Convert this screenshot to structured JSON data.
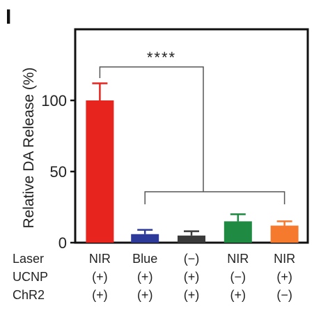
{
  "panel_label": "I",
  "chart_data": {
    "type": "bar",
    "ylabel": "Relative DA Release (%)",
    "ylim": [
      0,
      150
    ],
    "yticks": [
      0,
      50,
      100
    ],
    "bars": [
      {
        "laser": "NIR",
        "ucnp": "(+)",
        "chr2": "(+)",
        "value": 100,
        "error": 12,
        "color": "#e8241e"
      },
      {
        "laser": "Blue",
        "ucnp": "(+)",
        "chr2": "(+)",
        "value": 6,
        "error": 3,
        "color": "#2e3a9a"
      },
      {
        "laser": "(−)",
        "ucnp": "(+)",
        "chr2": "(+)",
        "value": 5,
        "error": 3,
        "color": "#3a3a3a"
      },
      {
        "laser": "NIR",
        "ucnp": "(−)",
        "chr2": "(+)",
        "value": 15,
        "error": 5,
        "color": "#1e8a42"
      },
      {
        "laser": "NIR",
        "ucnp": "(+)",
        "chr2": "(−)",
        "value": 12,
        "error": 3,
        "color": "#f57a2e"
      }
    ],
    "row_labels": [
      "Laser",
      "UCNP",
      "ChR2"
    ],
    "significance": "****",
    "colors": {
      "axis": "#111111",
      "bracket": "#555555"
    }
  }
}
